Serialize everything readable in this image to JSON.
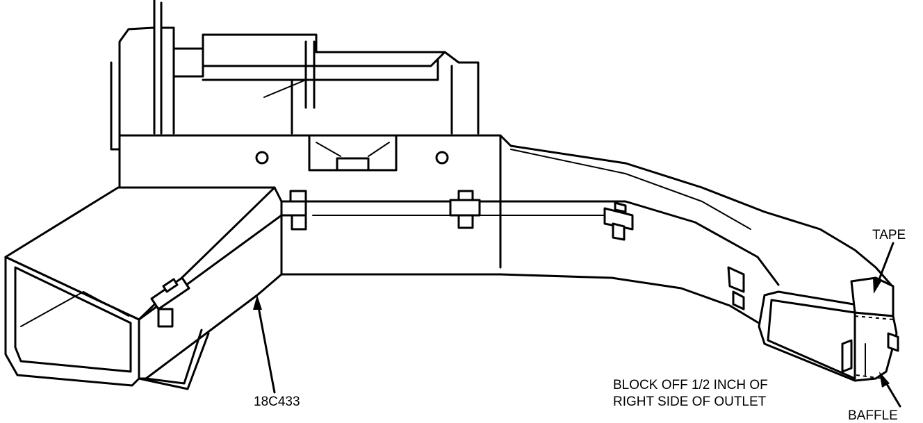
{
  "labels": {
    "part_number": "18C433",
    "tape": "TAPE",
    "baffle": "BAFFLE",
    "instruction_line1": "BLOCK OFF 1/2 INCH OF",
    "instruction_line2": "RIGHT SIDE OF OUTLET"
  }
}
